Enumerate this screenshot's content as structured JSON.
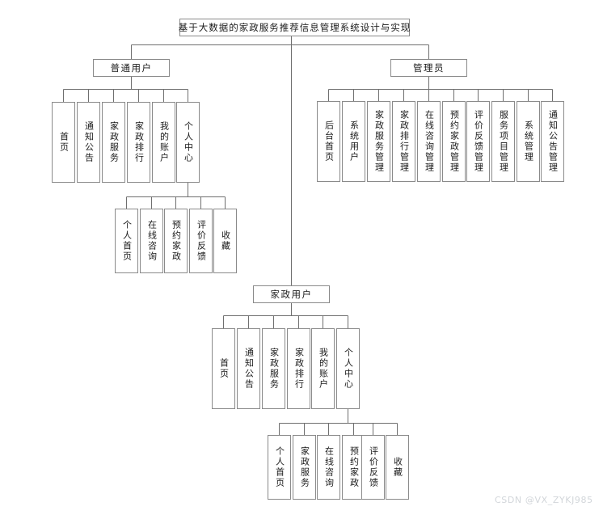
{
  "diagram": {
    "kind": "system-function-structure-tree",
    "root": {
      "label": "基于大数据的家政服务推荐信息管理系统设计与实现"
    },
    "branches": [
      {
        "id": "normal-user",
        "label": "普通用户",
        "children": [
          {
            "label": "首页"
          },
          {
            "label": "通知公告"
          },
          {
            "label": "家政服务"
          },
          {
            "label": "家政排行"
          },
          {
            "label": "我的账户"
          },
          {
            "label": "个人中心"
          }
        ],
        "subgroup_parent": "个人中心",
        "subgroup": [
          {
            "label": "个人首页"
          },
          {
            "label": "在线咨询"
          },
          {
            "label": "预约家政"
          },
          {
            "label": "评价反馈"
          },
          {
            "label": "收藏"
          }
        ]
      },
      {
        "id": "admin",
        "label": "管理员",
        "children": [
          {
            "label": "后台首页"
          },
          {
            "label": "系统用户"
          },
          {
            "label": "家政服务管理"
          },
          {
            "label": "家政排行管理"
          },
          {
            "label": "在线咨询管理"
          },
          {
            "label": "预约家政管理"
          },
          {
            "label": "评价反馈管理"
          },
          {
            "label": "服务项目管理"
          },
          {
            "label": "系统管理"
          },
          {
            "label": "通知公告管理"
          }
        ]
      },
      {
        "id": "housekeeping-user",
        "label": "家政用户",
        "children": [
          {
            "label": "首页"
          },
          {
            "label": "通知公告"
          },
          {
            "label": "家政服务"
          },
          {
            "label": "家政排行"
          },
          {
            "label": "我的账户"
          },
          {
            "label": "个人中心"
          }
        ],
        "subgroup_parent": "个人中心",
        "subgroup": [
          {
            "label": "个人首页"
          },
          {
            "label": "家政服务"
          },
          {
            "label": "在线咨询"
          },
          {
            "label": "预约家政"
          },
          {
            "label": "评价反馈"
          },
          {
            "label": "收藏"
          }
        ]
      }
    ],
    "colors": {
      "box_border": "#8a8a8a",
      "edge": "#6f6f6f",
      "text": "#1a1a1a",
      "background": "#ffffff",
      "watermark": "#d2d6da"
    }
  },
  "watermark": {
    "text": "CSDN @VX_ZYKJ985"
  }
}
